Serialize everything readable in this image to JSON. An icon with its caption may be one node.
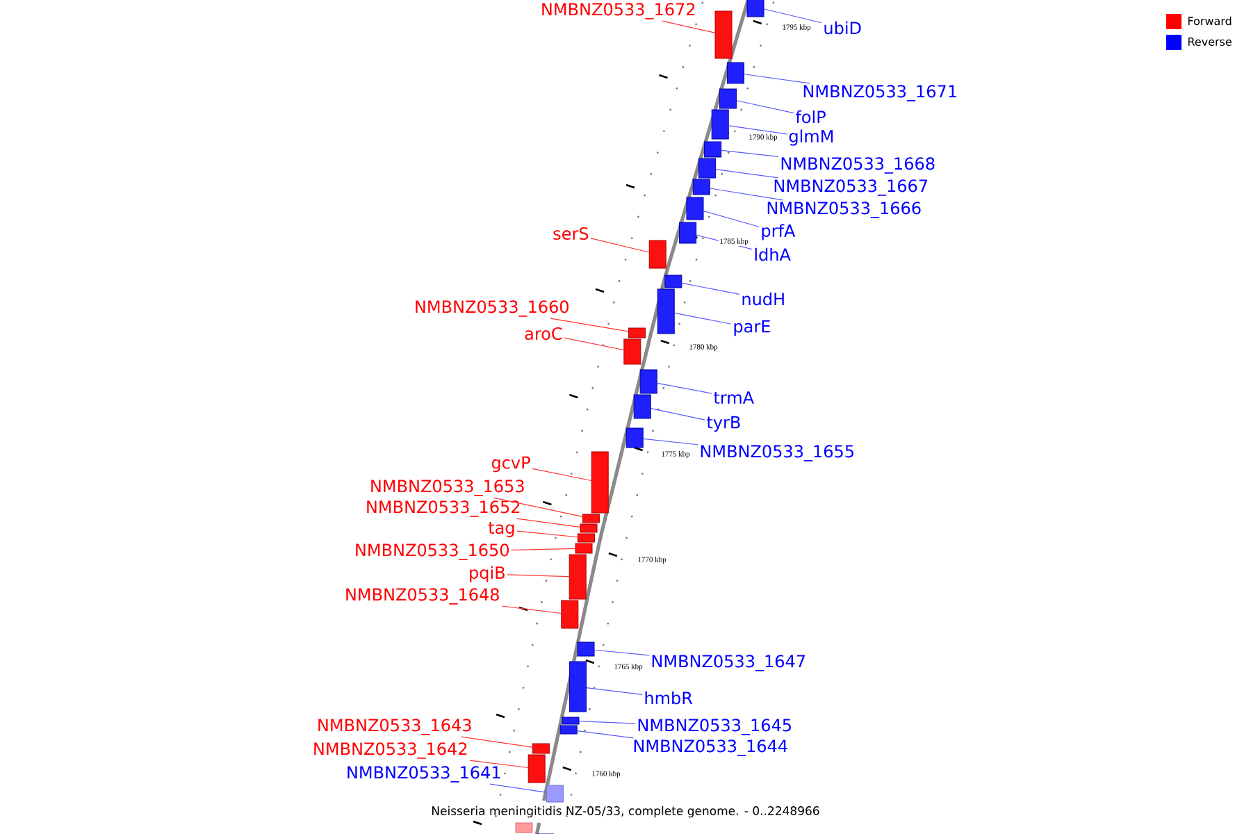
{
  "diagram": {
    "caption": "Neisseria meningitidis NZ-05/33, complete genome. - 0..2248966",
    "nodes": [
      {
        "text": [
          "NMBNZ0533_1672"
        ]
      },
      {
        "text": [],
        "shape": "bar"
      },
      {
        "text": [
          "ubiD"
        ]
      },
      {
        "text": [],
        "shape": "bar"
      },
      {
        "text": [
          "NMBNZ0533_1671"
        ]
      },
      {
        "text": [],
        "shape": "bar"
      },
      {
        "text": [
          "folP"
        ]
      },
      {
        "text": [],
        "shape": "bar"
      },
      {
        "text": [
          "glmM"
        ]
      },
      {
        "text": [],
        "shape": "bar"
      },
      {
        "text": [
          "NMBNZ0533_1668"
        ]
      },
      {
        "text": [],
        "shape": "bar"
      },
      {
        "text": [
          "NMBNZ0533_1667"
        ]
      },
      {
        "text": [],
        "shape": "bar"
      },
      {
        "text": [
          "NMBNZ0533_1666"
        ]
      },
      {
        "text": [],
        "shape": "bar"
      },
      {
        "text": [
          "prfA"
        ]
      },
      {
        "text": [],
        "shape": "bar"
      },
      {
        "text": [
          "serS"
        ]
      },
      {
        "text": [],
        "shape": "bar"
      },
      {
        "text": [
          "ldhA"
        ]
      },
      {
        "text": [],
        "shape": "bar"
      },
      {
        "text": [
          "nudH"
        ]
      },
      {
        "text": [],
        "shape": "bar"
      },
      {
        "text": [
          "NMBNZ0533_1660"
        ]
      },
      {
        "text": [],
        "shape": "bar"
      },
      {
        "text": [
          "parE"
        ]
      },
      {
        "text": [],
        "shape": "bar"
      },
      {
        "text": [
          "aroC"
        ]
      },
      {
        "text": [],
        "shape": "bar"
      },
      {
        "text": [
          "trmA"
        ]
      },
      {
        "text": [],
        "shape": "bar"
      },
      {
        "text": [
          "tyrB"
        ]
      },
      {
        "text": [],
        "shape": "bar"
      },
      {
        "text": [
          "NMBNZ0533_1655"
        ]
      },
      {
        "text": [],
        "shape": "bar"
      },
      {
        "text": [
          "gcvP"
        ]
      },
      {
        "text": [],
        "shape": "bar"
      },
      {
        "text": [
          "NMBNZ0533_1653"
        ]
      },
      {
        "text": [],
        "shape": "bar"
      },
      {
        "text": [
          "NMBNZ0533_1652"
        ]
      },
      {
        "text": [],
        "shape": "bar"
      },
      {
        "text": [
          "tag"
        ]
      },
      {
        "text": [],
        "shape": "bar"
      },
      {
        "text": [
          "NMBNZ0533_1650"
        ]
      },
      {
        "text": [],
        "shape": "bar"
      },
      {
        "text": [
          "pqiB"
        ]
      },
      {
        "text": [],
        "shape": "bar"
      },
      {
        "text": [
          "NMBNZ0533_1648"
        ]
      },
      {
        "text": [],
        "shape": "bar"
      },
      {
        "text": [
          "NMBNZ0533_1647"
        ]
      },
      {
        "text": [],
        "shape": "bar"
      },
      {
        "text": [
          "hmbR"
        ]
      },
      {
        "text": [],
        "shape": "bar"
      },
      {
        "text": [
          "NMBNZ0533_1645"
        ]
      },
      {
        "text": [],
        "shape": "bar"
      },
      {
        "text": [
          "NMBNZ0533_1643"
        ]
      },
      {
        "text": [],
        "shape": "bar"
      },
      {
        "text": [
          "NMBNZ0533_1644"
        ]
      },
      {
        "text": [],
        "shape": "bar"
      },
      {
        "text": [
          "NMBNZ0533_1642"
        ]
      },
      {
        "text": [],
        "shape": "bar"
      },
      {
        "text": [
          "NMBNZ0533_1641"
        ]
      },
      {
        "text": [],
        "shape": "bar"
      },
      {
        "text": [],
        "shape": "bar"
      },
      {
        "text": [],
        "shape": "bar"
      }
    ],
    "edges": [
      {
        "from": 0,
        "to": 1,
        "arrow": "none",
        "color": "#ff3333"
      },
      {
        "from": 2,
        "to": 3,
        "arrow": "none"
      },
      {
        "from": 4,
        "to": 5,
        "arrow": "none"
      },
      {
        "from": 6,
        "to": 7,
        "arrow": "none"
      },
      {
        "from": 8,
        "to": 9,
        "arrow": "none"
      },
      {
        "from": 10,
        "to": 11,
        "arrow": "none"
      },
      {
        "from": 12,
        "to": 13,
        "arrow": "none"
      },
      {
        "from": 14,
        "to": 15,
        "arrow": "none"
      },
      {
        "from": 16,
        "to": 17,
        "arrow": "none"
      },
      {
        "from": 18,
        "to": 19,
        "arrow": "none",
        "color": "#ff3333"
      },
      {
        "from": 20,
        "to": 21,
        "arrow": "none"
      },
      {
        "from": 22,
        "to": 23,
        "arrow": "none"
      },
      {
        "from": 24,
        "to": 25,
        "arrow": "none",
        "color": "#ff3333"
      },
      {
        "from": 26,
        "to": 27,
        "arrow": "none"
      },
      {
        "from": 28,
        "to": 29,
        "arrow": "none",
        "color": "#ff3333"
      },
      {
        "from": 30,
        "to": 31,
        "arrow": "none"
      },
      {
        "from": 32,
        "to": 33,
        "arrow": "none"
      },
      {
        "from": 34,
        "to": 35,
        "arrow": "none"
      },
      {
        "from": 36,
        "to": 37,
        "arrow": "none",
        "color": "#ff3333"
      },
      {
        "from": 38,
        "to": 39,
        "arrow": "none",
        "color": "#ff3333"
      },
      {
        "from": 40,
        "to": 41,
        "arrow": "none",
        "color": "#ff3333"
      },
      {
        "from": 42,
        "to": 43,
        "arrow": "none",
        "color": "#ff3333"
      },
      {
        "from": 44,
        "to": 45,
        "arrow": "none",
        "color": "#ff3333"
      },
      {
        "from": 46,
        "to": 47,
        "arrow": "none",
        "color": "#ff3333"
      },
      {
        "from": 48,
        "to": 49,
        "arrow": "none",
        "color": "#ff3333"
      },
      {
        "from": 50,
        "to": 51,
        "arrow": "none"
      },
      {
        "from": 52,
        "to": 53,
        "arrow": "none"
      },
      {
        "from": 54,
        "to": 55,
        "arrow": "none"
      },
      {
        "from": 56,
        "to": 57,
        "arrow": "none",
        "color": "#ff3333"
      },
      {
        "from": 58,
        "to": 59,
        "arrow": "none"
      },
      {
        "from": 60,
        "to": 61,
        "arrow": "none",
        "color": "#ff3333"
      },
      {
        "from": 62,
        "to": 63,
        "arrow": "none"
      }
    ],
    "labels": [
      "1795 kbp",
      "1790 kbp",
      "1785 kbp",
      "1780 kbp",
      "1775 kbp",
      "1770 kbp",
      "1765 kbp",
      "1760 kbp"
    ],
    "legend": [
      {
        "text": "Forward",
        "color": "#ff0000"
      },
      {
        "text": "Reverse",
        "color": "#0000ff"
      }
    ]
  }
}
